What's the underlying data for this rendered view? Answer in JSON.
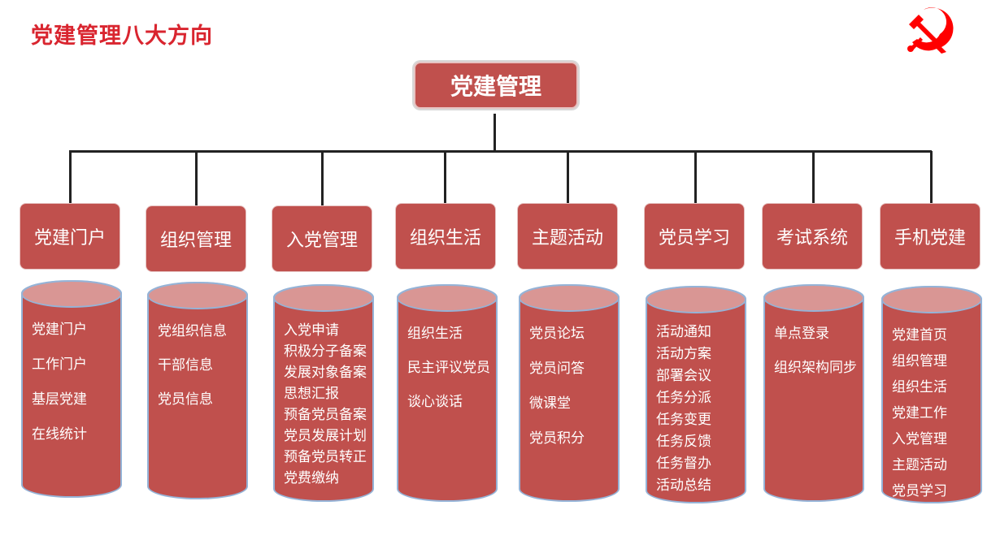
{
  "title": "党建管理八大方向",
  "root": "党建管理",
  "colors": {
    "box": "#c0504d",
    "cap": "#d99694",
    "outline": "#95b3d7",
    "title": "#d9252f"
  },
  "columns": [
    {
      "label": "党建门户",
      "items": [
        "党建门户",
        "工作门户",
        "基层党建",
        "在线统计"
      ]
    },
    {
      "label": "组织管理",
      "items": [
        "党组织信息",
        "干部信息",
        "党员信息"
      ]
    },
    {
      "label": "入党管理",
      "items": [
        "入党申请",
        "积极分子备案",
        "发展对象备案",
        "思想汇报",
        "预备党员备案",
        "党员发展计划",
        "预备党员转正",
        "党费缴纳"
      ]
    },
    {
      "label": "组织生活",
      "items": [
        "组织生活",
        "民主评议党员",
        "谈心谈话"
      ]
    },
    {
      "label": "主题活动",
      "items": [
        "党员论坛",
        "党员问答",
        "微课堂",
        "党员积分"
      ]
    },
    {
      "label": "党员学习",
      "items": [
        "活动通知",
        "活动方案",
        "部署会议",
        "任务分派",
        "任务变更",
        "任务反馈",
        "任务督办",
        "活动总结"
      ]
    },
    {
      "label": "考试系统",
      "items": [
        "单点登录",
        "组织架构同步"
      ]
    },
    {
      "label": "手机党建",
      "items": [
        "党建首页",
        "组织管理",
        "组织生活",
        "党建工作",
        "入党管理",
        "主题活动",
        "党员学习"
      ]
    }
  ]
}
